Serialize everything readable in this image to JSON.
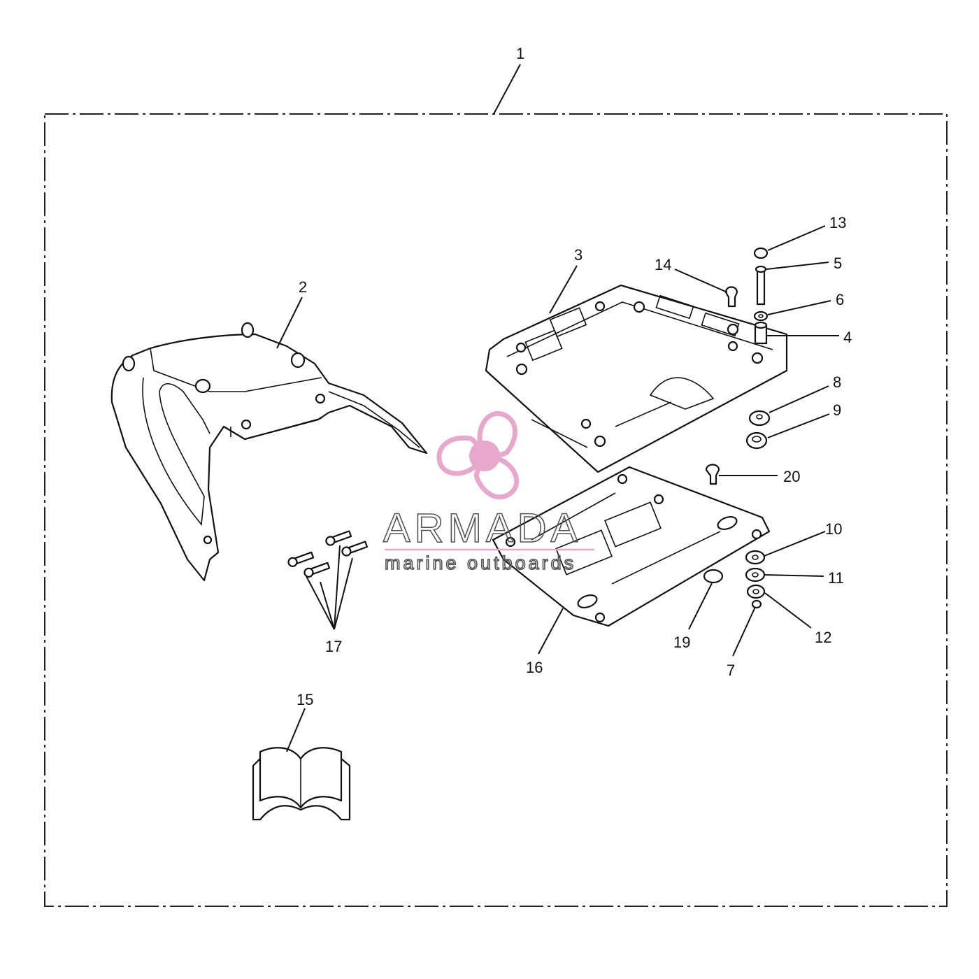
{
  "callouts": {
    "c1": "1",
    "c2": "2",
    "c3": "3",
    "c4": "4",
    "c5": "5",
    "c6": "6",
    "c7": "7",
    "c8": "8",
    "c9": "9",
    "c10": "10",
    "c11": "11",
    "c12": "12",
    "c13": "13",
    "c14": "14",
    "c15": "15",
    "c16": "16",
    "c17": "17",
    "c19": "19",
    "c20": "20"
  },
  "watermark": {
    "brand": "ARMADA",
    "tagline": "marine outboards",
    "accent_color": "#e8a8cc"
  }
}
